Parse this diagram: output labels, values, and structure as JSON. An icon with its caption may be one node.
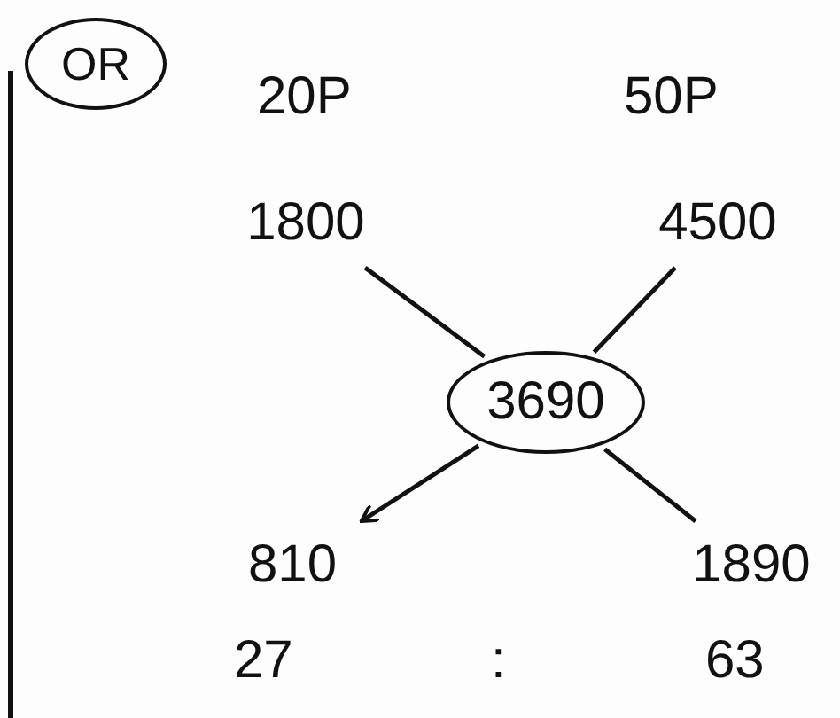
{
  "diagram": {
    "nodes": [
      {
        "text": [
          "OR"
        ]
      },
      {
        "text": [
          "1800"
        ]
      },
      {
        "text": [
          "4500"
        ]
      },
      {
        "text": [
          "3690"
        ]
      },
      {
        "text": [
          "810"
        ]
      },
      {
        "text": [
          "1890"
        ]
      }
    ],
    "edges": [
      {
        "from": 1,
        "to": 3,
        "arrow": "none"
      },
      {
        "from": 2,
        "to": 3,
        "arrow": "none"
      },
      {
        "from": 3,
        "to": 4,
        "arrow": "to"
      },
      {
        "from": 3,
        "to": 5,
        "arrow": "none"
      }
    ],
    "labels": [
      "20P",
      "50P",
      "27",
      ":",
      "63"
    ]
  }
}
